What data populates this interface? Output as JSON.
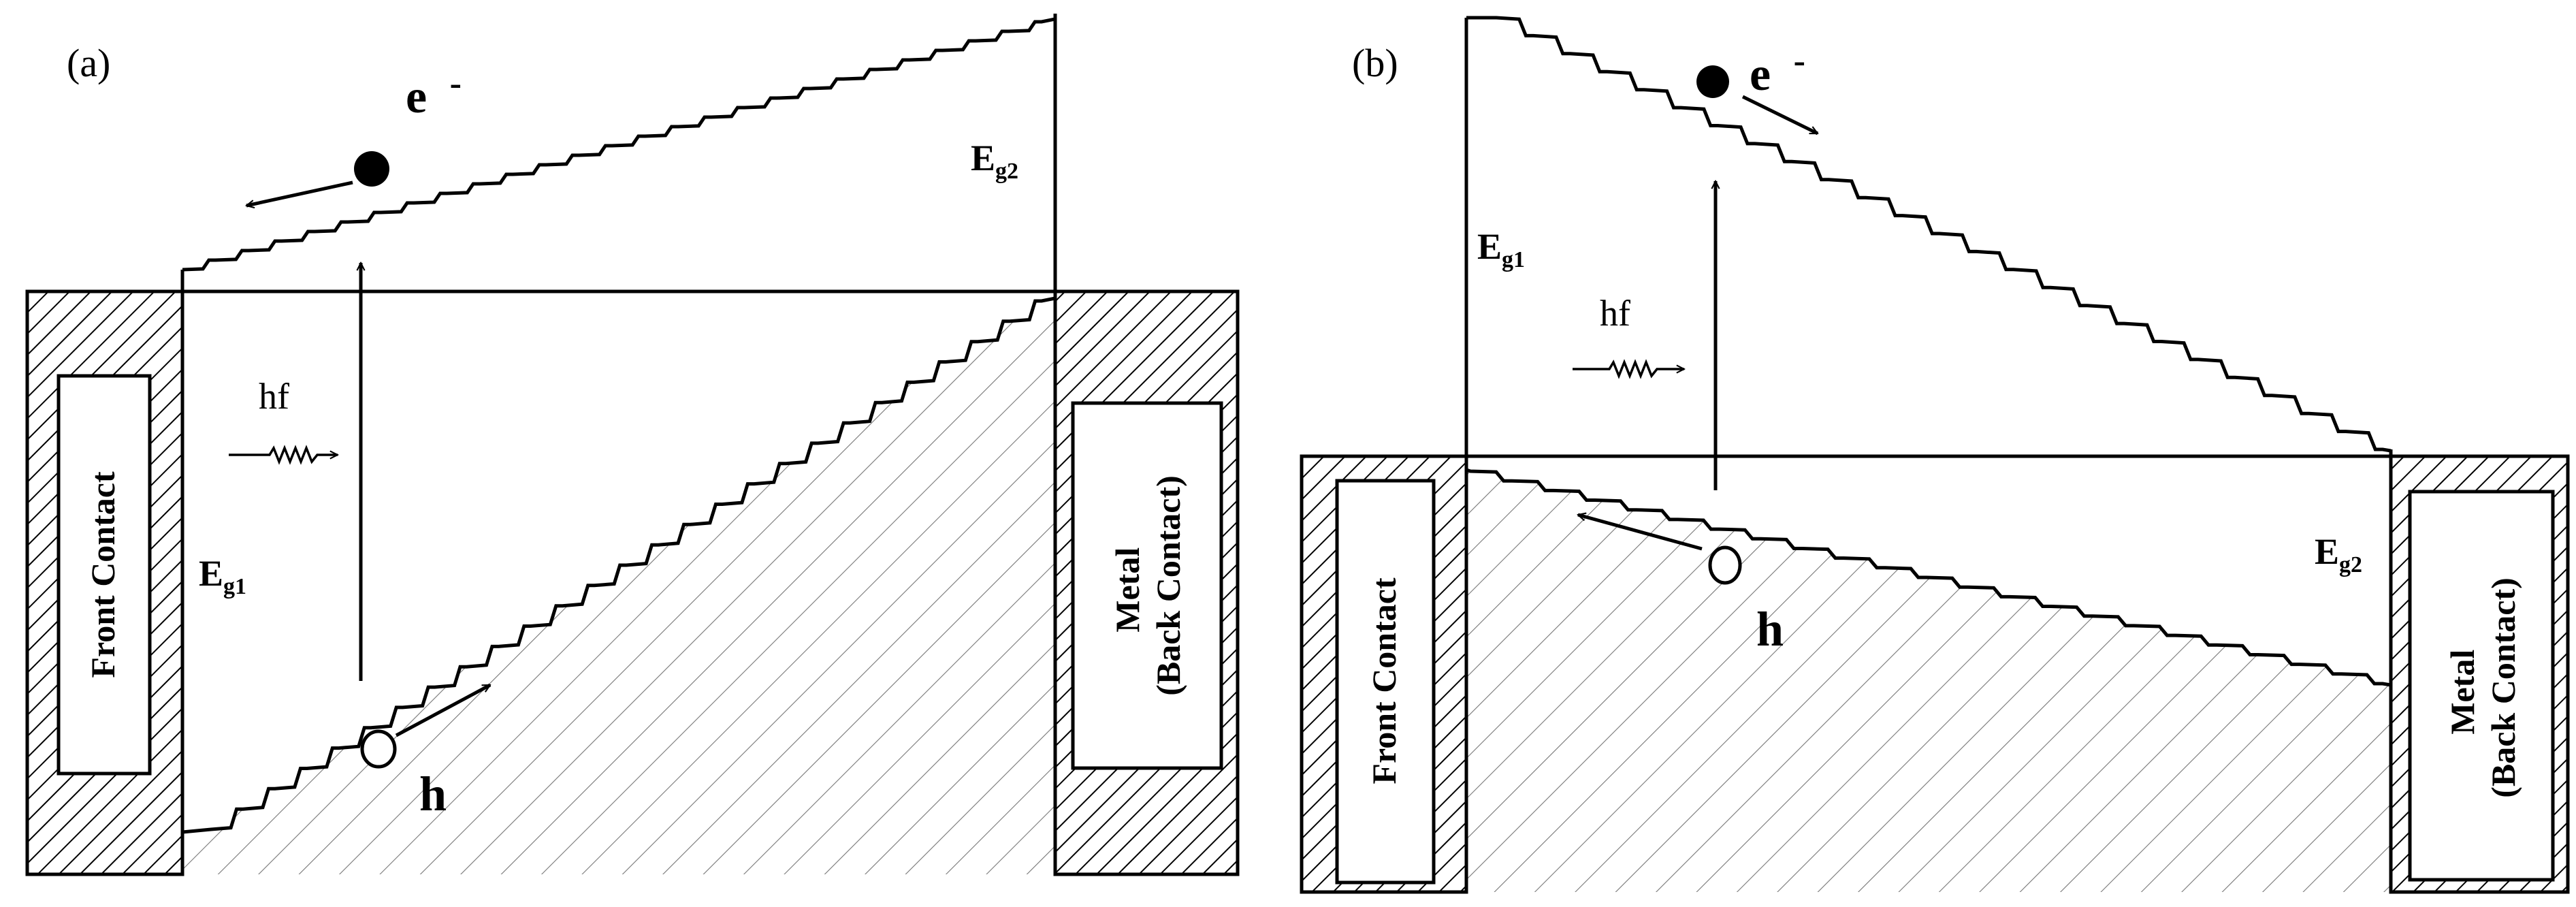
{
  "panel_a": {
    "label": "(a)",
    "electron": "e",
    "electron_charge": "-",
    "hole": "h",
    "photon": "hf",
    "eg1_main": "E",
    "eg1_sub": "g1",
    "eg2_main": "E",
    "eg2_sub": "g2",
    "front_contact": "Front Contact",
    "back_contact_line1": "Metal",
    "back_contact_line2": "(Back Contact)"
  },
  "panel_b": {
    "label": "(b)",
    "electron": "e",
    "electron_charge": "-",
    "hole": "h",
    "photon": "hf",
    "eg1_main": "E",
    "eg1_sub": "g1",
    "eg2_main": "E",
    "eg2_sub": "g2",
    "front_contact": "Front Contact",
    "back_contact_line1": "Metal",
    "back_contact_line2": "(Back Contact)"
  }
}
